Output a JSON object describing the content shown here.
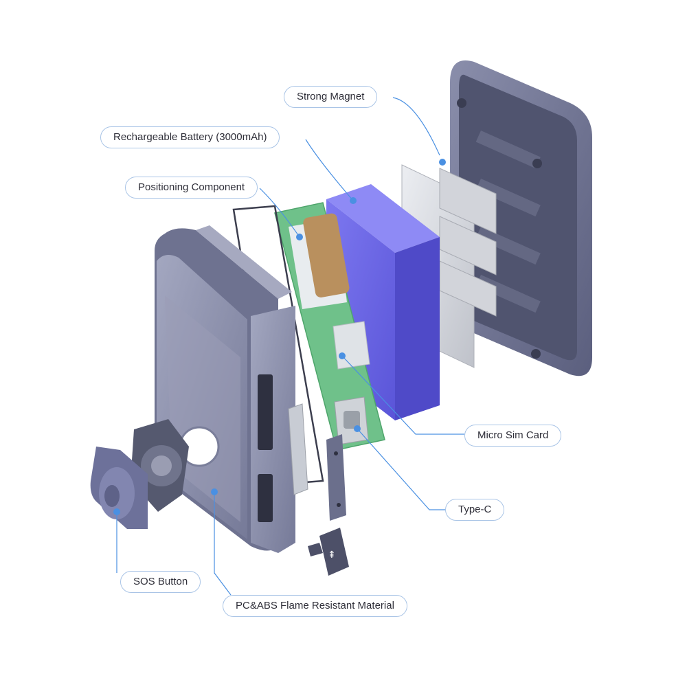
{
  "labels": {
    "strong_magnet": "Strong Magnet",
    "battery": "Rechargeable Battery (3000mAh)",
    "positioning": "Positioning Component",
    "micro_sim": "Micro Sim Card",
    "type_c": "Type-C",
    "sos": "SOS Button",
    "material": "PC&ABS Flame Resistant Material"
  },
  "colors": {
    "leader_line": "#4a90e2",
    "callout_border": "#a9c4e6",
    "back_shell": "#6d7191",
    "front_shell": "#8f93ad",
    "battery": "#6b66e8",
    "pcb": "#6fc18a",
    "magnet": "#d9dbe1"
  }
}
